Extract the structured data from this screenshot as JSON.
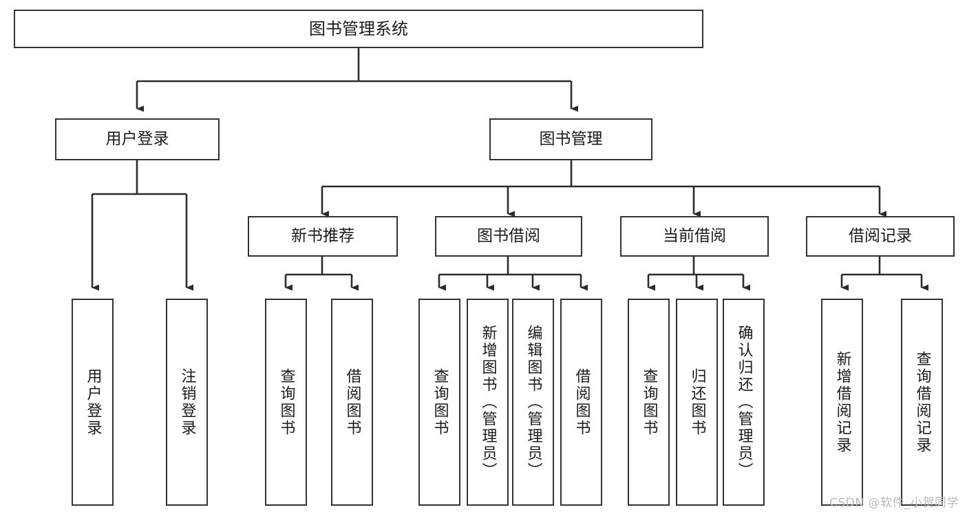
{
  "diagram": {
    "title": "图书管理系统",
    "type": "tree",
    "watermark": "CSDN @软件_小贺同学",
    "colors": {
      "box_border": "#333333",
      "box_fill": "#ffffff",
      "connector": "#2b2b2b",
      "text": "#1b1b1b",
      "watermark": "#b9b9b9"
    },
    "nodes": {
      "root": {
        "label": "图书管理系统"
      },
      "level1": [
        {
          "label": "用户登录"
        },
        {
          "label": "图书管理"
        }
      ],
      "level2": [
        {
          "label": "新书推荐"
        },
        {
          "label": "图书借阅"
        },
        {
          "label": "当前借阅"
        },
        {
          "label": "借阅记录"
        }
      ],
      "leaves": {
        "user_login": [
          {
            "label": "用户登录"
          },
          {
            "label": "注销登录"
          }
        ],
        "new_book_recommend": [
          {
            "label": "查询图书"
          },
          {
            "label": "借阅图书"
          }
        ],
        "book_borrow": [
          {
            "label": "查询图书"
          },
          {
            "label": "新增图书（管理员）"
          },
          {
            "label": "编辑图书（管理员）"
          },
          {
            "label": "借阅图书"
          }
        ],
        "current_borrow": [
          {
            "label": "查询图书"
          },
          {
            "label": "归还图书"
          },
          {
            "label": "确认归还（管理员）"
          }
        ],
        "borrow_record": [
          {
            "label": "新增借阅记录"
          },
          {
            "label": "查询借阅记录"
          }
        ]
      }
    }
  }
}
